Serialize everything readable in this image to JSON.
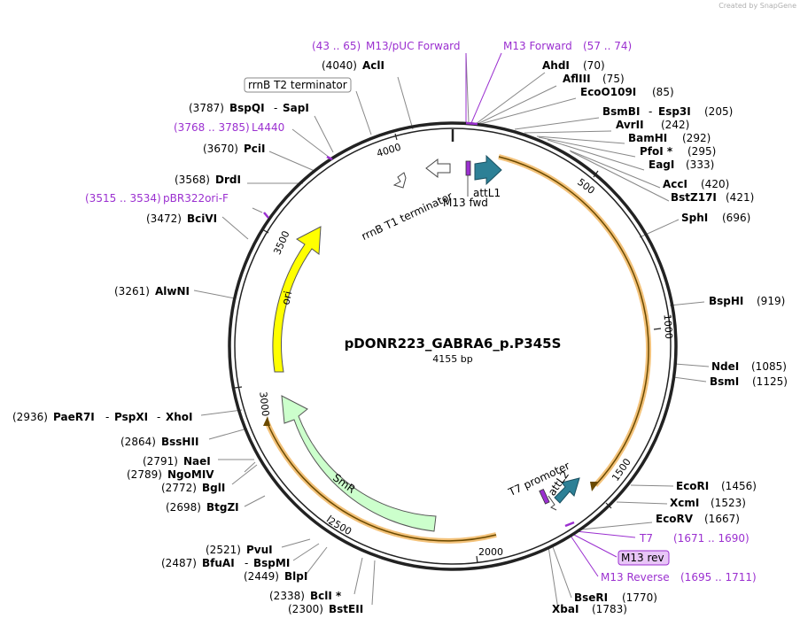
{
  "credit": "Created by SnapGene",
  "plasmid": {
    "name": "pDONR223_GABRA6_p.P345S",
    "size_label": "4155 bp",
    "length": 4155
  },
  "colors": {
    "backbone": "#222222",
    "feature_orange": "#f3c27a",
    "feature_dark": "#6b4a00",
    "ori": "#ffff00",
    "smr": "#ccffcc",
    "att": "#2d8096",
    "primer": "#9b30d0",
    "label_purple": "#9b30d0",
    "leader": "#888888"
  },
  "ticks": [
    "500",
    "1000",
    "1500",
    "2000",
    "2500",
    "3000",
    "3500",
    "4000"
  ],
  "sites": [
    {
      "name": "AclI",
      "pos": "(4040)"
    },
    {
      "name": "AhdI",
      "pos": "(70)"
    },
    {
      "name": "AflIII",
      "pos": "(75)"
    },
    {
      "name": "EcoO109I",
      "pos": "(85)"
    },
    {
      "name": "BsmBI",
      "name2": "Esp3I",
      "pos": "(205)"
    },
    {
      "name": "AvrII",
      "pos": "(242)"
    },
    {
      "name": "BamHI",
      "pos": "(292)"
    },
    {
      "name": "PfoI *",
      "pos": "(295)"
    },
    {
      "name": "EagI",
      "pos": "(333)"
    },
    {
      "name": "AccI",
      "pos": "(420)"
    },
    {
      "name": "BstZ17I",
      "pos": "(421)"
    },
    {
      "name": "SphI",
      "pos": "(696)"
    },
    {
      "name": "BspHI",
      "pos": "(919)"
    },
    {
      "name": "NdeI",
      "pos": "(1085)"
    },
    {
      "name": "BsmI",
      "pos": "(1125)"
    },
    {
      "name": "EcoRI",
      "pos": "(1456)"
    },
    {
      "name": "XcmI",
      "pos": "(1523)"
    },
    {
      "name": "EcoRV",
      "pos": "(1667)"
    },
    {
      "name": "BseRI",
      "pos": "(1770)"
    },
    {
      "name": "XbaI",
      "pos": "(1783)"
    },
    {
      "name": "BstEII",
      "pos": "(2300)"
    },
    {
      "name": "BclI *",
      "pos": "(2338)"
    },
    {
      "name": "BlpI",
      "pos": "(2449)"
    },
    {
      "name": "BfuAI",
      "name2": "BspMI",
      "pos": "(2487)"
    },
    {
      "name": "PvuI",
      "pos": "(2521)"
    },
    {
      "name": "BtgZI",
      "pos": "(2698)"
    },
    {
      "name": "BglI",
      "pos": "(2772)"
    },
    {
      "name": "NgoMIV",
      "pos": "(2789)"
    },
    {
      "name": "NaeI",
      "pos": "(2791)"
    },
    {
      "name": "BssHII",
      "pos": "(2864)"
    },
    {
      "name": "PaeR7I",
      "name2": "PspXI",
      "name3": "XhoI",
      "pos": "(2936)"
    },
    {
      "name": "AlwNI",
      "pos": "(3261)"
    },
    {
      "name": "BciVI",
      "pos": "(3472)"
    },
    {
      "name": "DrdI",
      "pos": "(3568)"
    },
    {
      "name": "PciI",
      "pos": "(3670)"
    },
    {
      "name": "BspQI",
      "name2": "SapI",
      "pos": "(3787)"
    }
  ],
  "primers": [
    {
      "name": "M13/pUC Forward",
      "pos": "(43 .. 65)"
    },
    {
      "name": "M13 Forward",
      "pos": "(57 .. 74)"
    },
    {
      "name": "L4440",
      "pos": "(3768 .. 3785)"
    },
    {
      "name": "pBR322ori-F",
      "pos": "(3515 .. 3534)"
    },
    {
      "name": "T7",
      "pos": "(1671 .. 1690)"
    },
    {
      "name": "M13 rev",
      "pos": ""
    },
    {
      "name": "M13 Reverse",
      "pos": "(1695 .. 1711)"
    }
  ],
  "features": {
    "rrnB_T2": "rrnB T2 terminator",
    "rrnB_T1": "rrnB T1 terminator",
    "m13_fwd": "M13 fwd",
    "attL1": "attL1",
    "attL2": "attL2",
    "t7_promoter": "T7 promoter",
    "ori": "ori",
    "smr": "SmR"
  }
}
